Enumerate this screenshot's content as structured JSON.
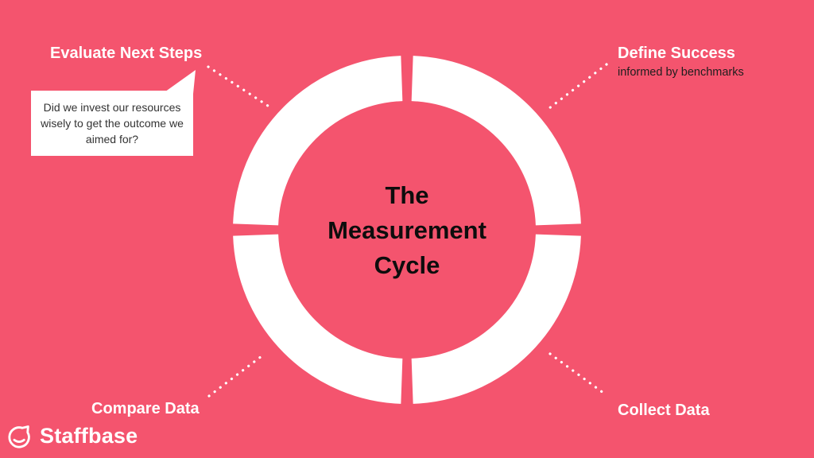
{
  "colors": {
    "background": "#f4546e",
    "ring": "#ffffff",
    "text_dark": "#1e1e1e",
    "title_color": "#0d0d0d"
  },
  "title": "The\nMeasurement\nCycle",
  "steps": {
    "top_left": {
      "label": "Evaluate Next Steps"
    },
    "top_right": {
      "label": "Define Success",
      "sublabel": "informed by benchmarks"
    },
    "bottom_left": {
      "label": "Compare Data"
    },
    "bottom_right": {
      "label": "Collect Data"
    }
  },
  "speech_bubble": {
    "text": "Did we invest our resources wisely to get the outcome we aimed for?"
  },
  "logo": {
    "text": "Staffbase",
    "icon": "staffbase-smiley-bubble-icon"
  }
}
